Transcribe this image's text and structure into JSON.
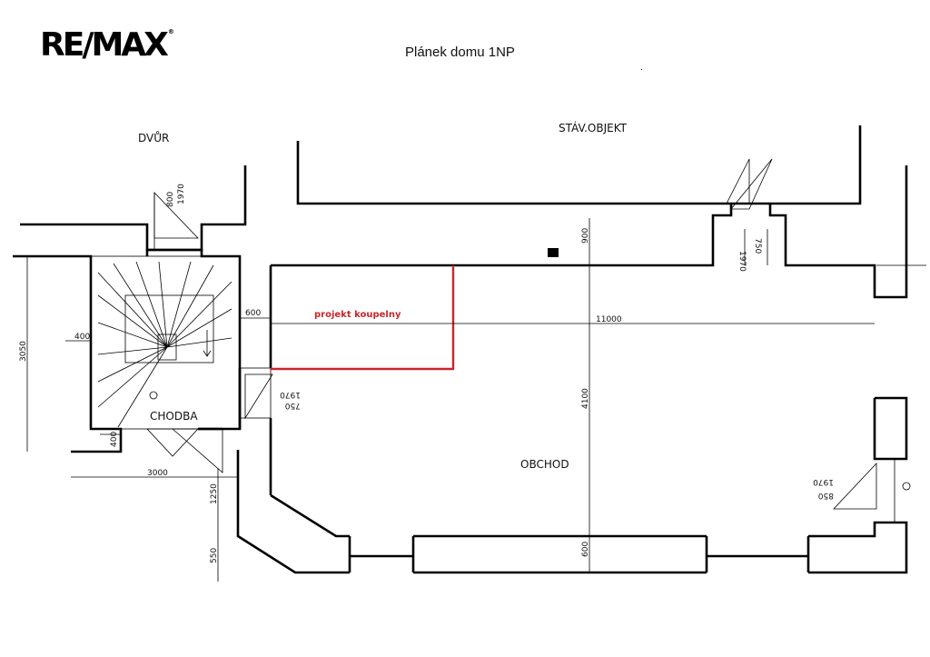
{
  "logo": {
    "text": "RE/MAX",
    "mark": "®"
  },
  "title": "Plánek domu 1NP",
  "labels": {
    "courtyard": "DVŮR",
    "existing": "STÁV.OBJEKT",
    "corridor": "CHODBA",
    "shop": "OBCHOD",
    "bathroom_project": "projekt koupelny"
  },
  "dimensions": {
    "d_800": "800",
    "d_1970_stairs": "1970",
    "d_900": "900",
    "d_1970_top": "1970",
    "d_750_top": "750",
    "d_600_left": "600",
    "d_11000": "11000",
    "d_400_stairs": "400",
    "d_3050": "3050",
    "d_1970_mid": "1970",
    "d_750_mid": "750",
    "d_4100": "4100",
    "d_400_bottom": "400",
    "d_3000": "3000",
    "d_1250": "1250",
    "d_550": "550",
    "d_600_bottom": "600",
    "d_1970_right": "1970",
    "d_850_right": "850"
  },
  "colors": {
    "walls": "#000000",
    "bathroom_outline": "#c9262c",
    "label": "#c9262c"
  }
}
